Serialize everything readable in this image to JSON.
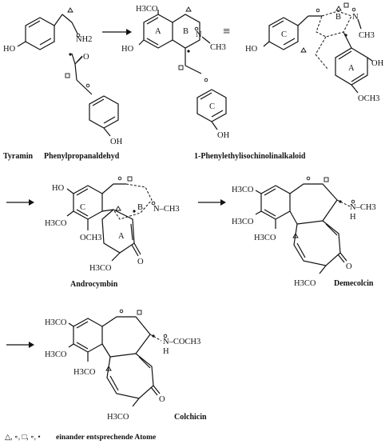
{
  "captions": {
    "tyramin": "Tyramin",
    "phenylpropanaldehyd": "Phenylpropanaldehyd",
    "isochinolin": "1-Phenylethylisochinolinalkaloid",
    "androcymbin": "Androcymbin",
    "demecolcin": "Demecolcin",
    "colchicin": "Colchicin"
  },
  "legend": {
    "markers": "△, ∘, □, ∘, •",
    "text": "einander entsprechende Atome"
  },
  "labels": {
    "ho": "HO",
    "oh": "OH",
    "nh2": "NH2",
    "o": "O",
    "h3co": "H3CO",
    "och3": "OCH3",
    "n": "N",
    "ch3": "CH3",
    "n_ch3": "N–CH3",
    "h": "H",
    "n_coch3": "N–COCH3",
    "ring_a": "A",
    "ring_b": "B",
    "ring_c": "C",
    "equiv": "≡"
  }
}
